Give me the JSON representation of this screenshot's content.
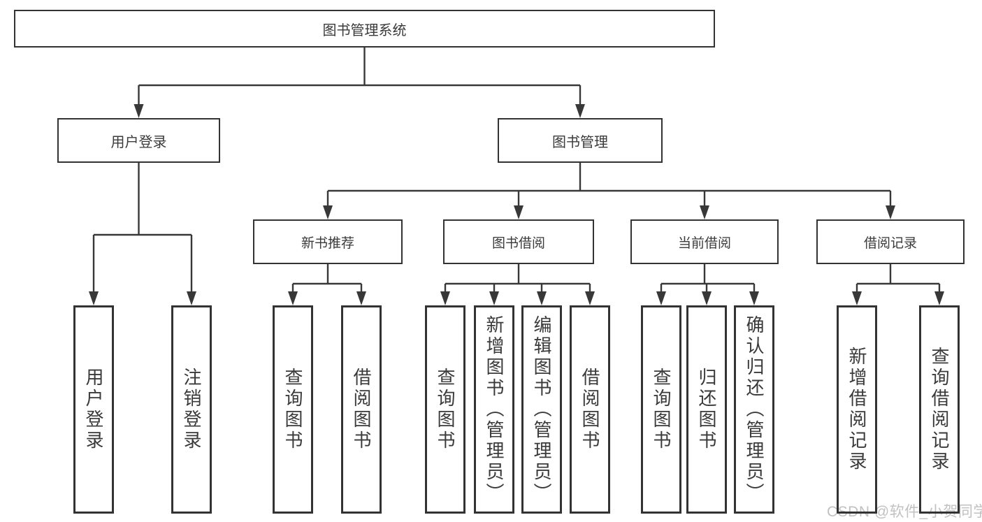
{
  "diagram": {
    "root": {
      "label": "图书管理系统"
    },
    "children": [
      {
        "label": "用户登录",
        "children": [
          {
            "label": "用户登录"
          },
          {
            "label": "注销登录"
          }
        ]
      },
      {
        "label": "图书管理",
        "children": [
          {
            "label": "新书推荐",
            "children": [
              {
                "label": "查询图书"
              },
              {
                "label": "借阅图书"
              }
            ]
          },
          {
            "label": "图书借阅",
            "children": [
              {
                "label": "查询图书"
              },
              {
                "label": "新增图书（管理员）"
              },
              {
                "label": "编辑图书（管理员）"
              },
              {
                "label": "借阅图书"
              }
            ]
          },
          {
            "label": "当前借阅",
            "children": [
              {
                "label": "查询图书"
              },
              {
                "label": "归还图书"
              },
              {
                "label": "确认归还（管理员）"
              }
            ]
          },
          {
            "label": "借阅记录",
            "children": [
              {
                "label": "新增借阅记录"
              },
              {
                "label": "查询借阅记录"
              }
            ]
          }
        ]
      }
    ]
  },
  "watermark": {
    "text": "CSDN @软件_小贺同学"
  },
  "colors": {
    "line": "#383838",
    "box_border": "#333333",
    "text": "#3a3a3a",
    "background": "#ffffff",
    "watermark": "#c2c1c1"
  }
}
